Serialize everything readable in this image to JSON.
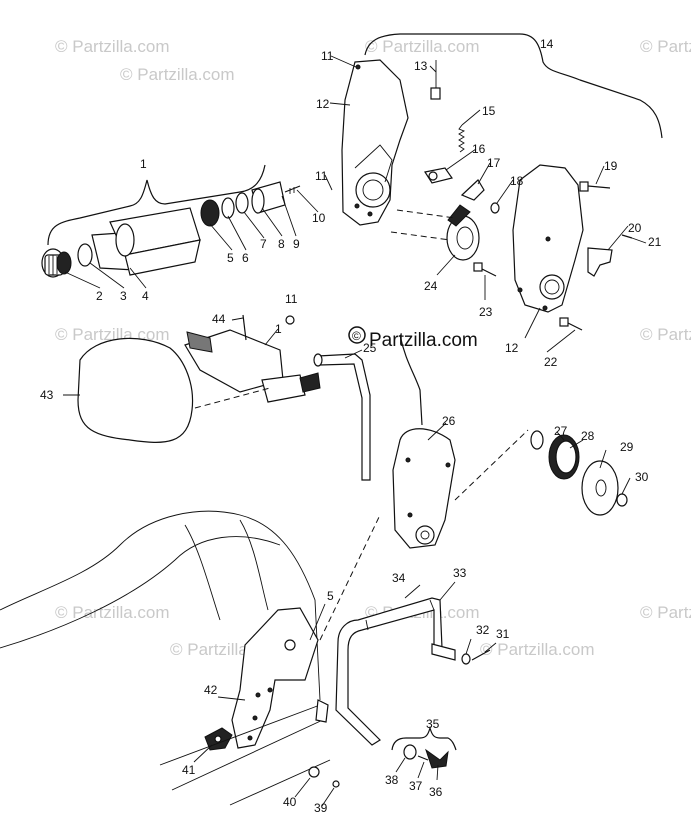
{
  "brand": {
    "symbol": "©",
    "text": "Partzilla.com"
  },
  "watermarks": [
    "© Partzilla.com",
    "© Partzilla.com",
    "© Partzilla.com",
    "© Partzilla.com",
    "© Partzilla.com",
    "© Partzilla.com",
    "© Partzilla.com",
    "© Partzilla.com",
    "© Partzilla.com",
    "© Partzilla.com",
    "© Partzilla.com"
  ],
  "callouts": [
    "1",
    "2",
    "3",
    "4",
    "5",
    "6",
    "7",
    "8",
    "9",
    "10",
    "11",
    "11",
    "11",
    "12",
    "12",
    "13",
    "14",
    "15",
    "16",
    "17",
    "18",
    "19",
    "20",
    "21",
    "22",
    "23",
    "24",
    "1",
    "44",
    "25",
    "26",
    "27",
    "28",
    "29",
    "30",
    "43",
    "34",
    "33",
    "32",
    "31",
    "5",
    "42",
    "41",
    "40",
    "39",
    "35",
    "38",
    "37",
    "36"
  ]
}
